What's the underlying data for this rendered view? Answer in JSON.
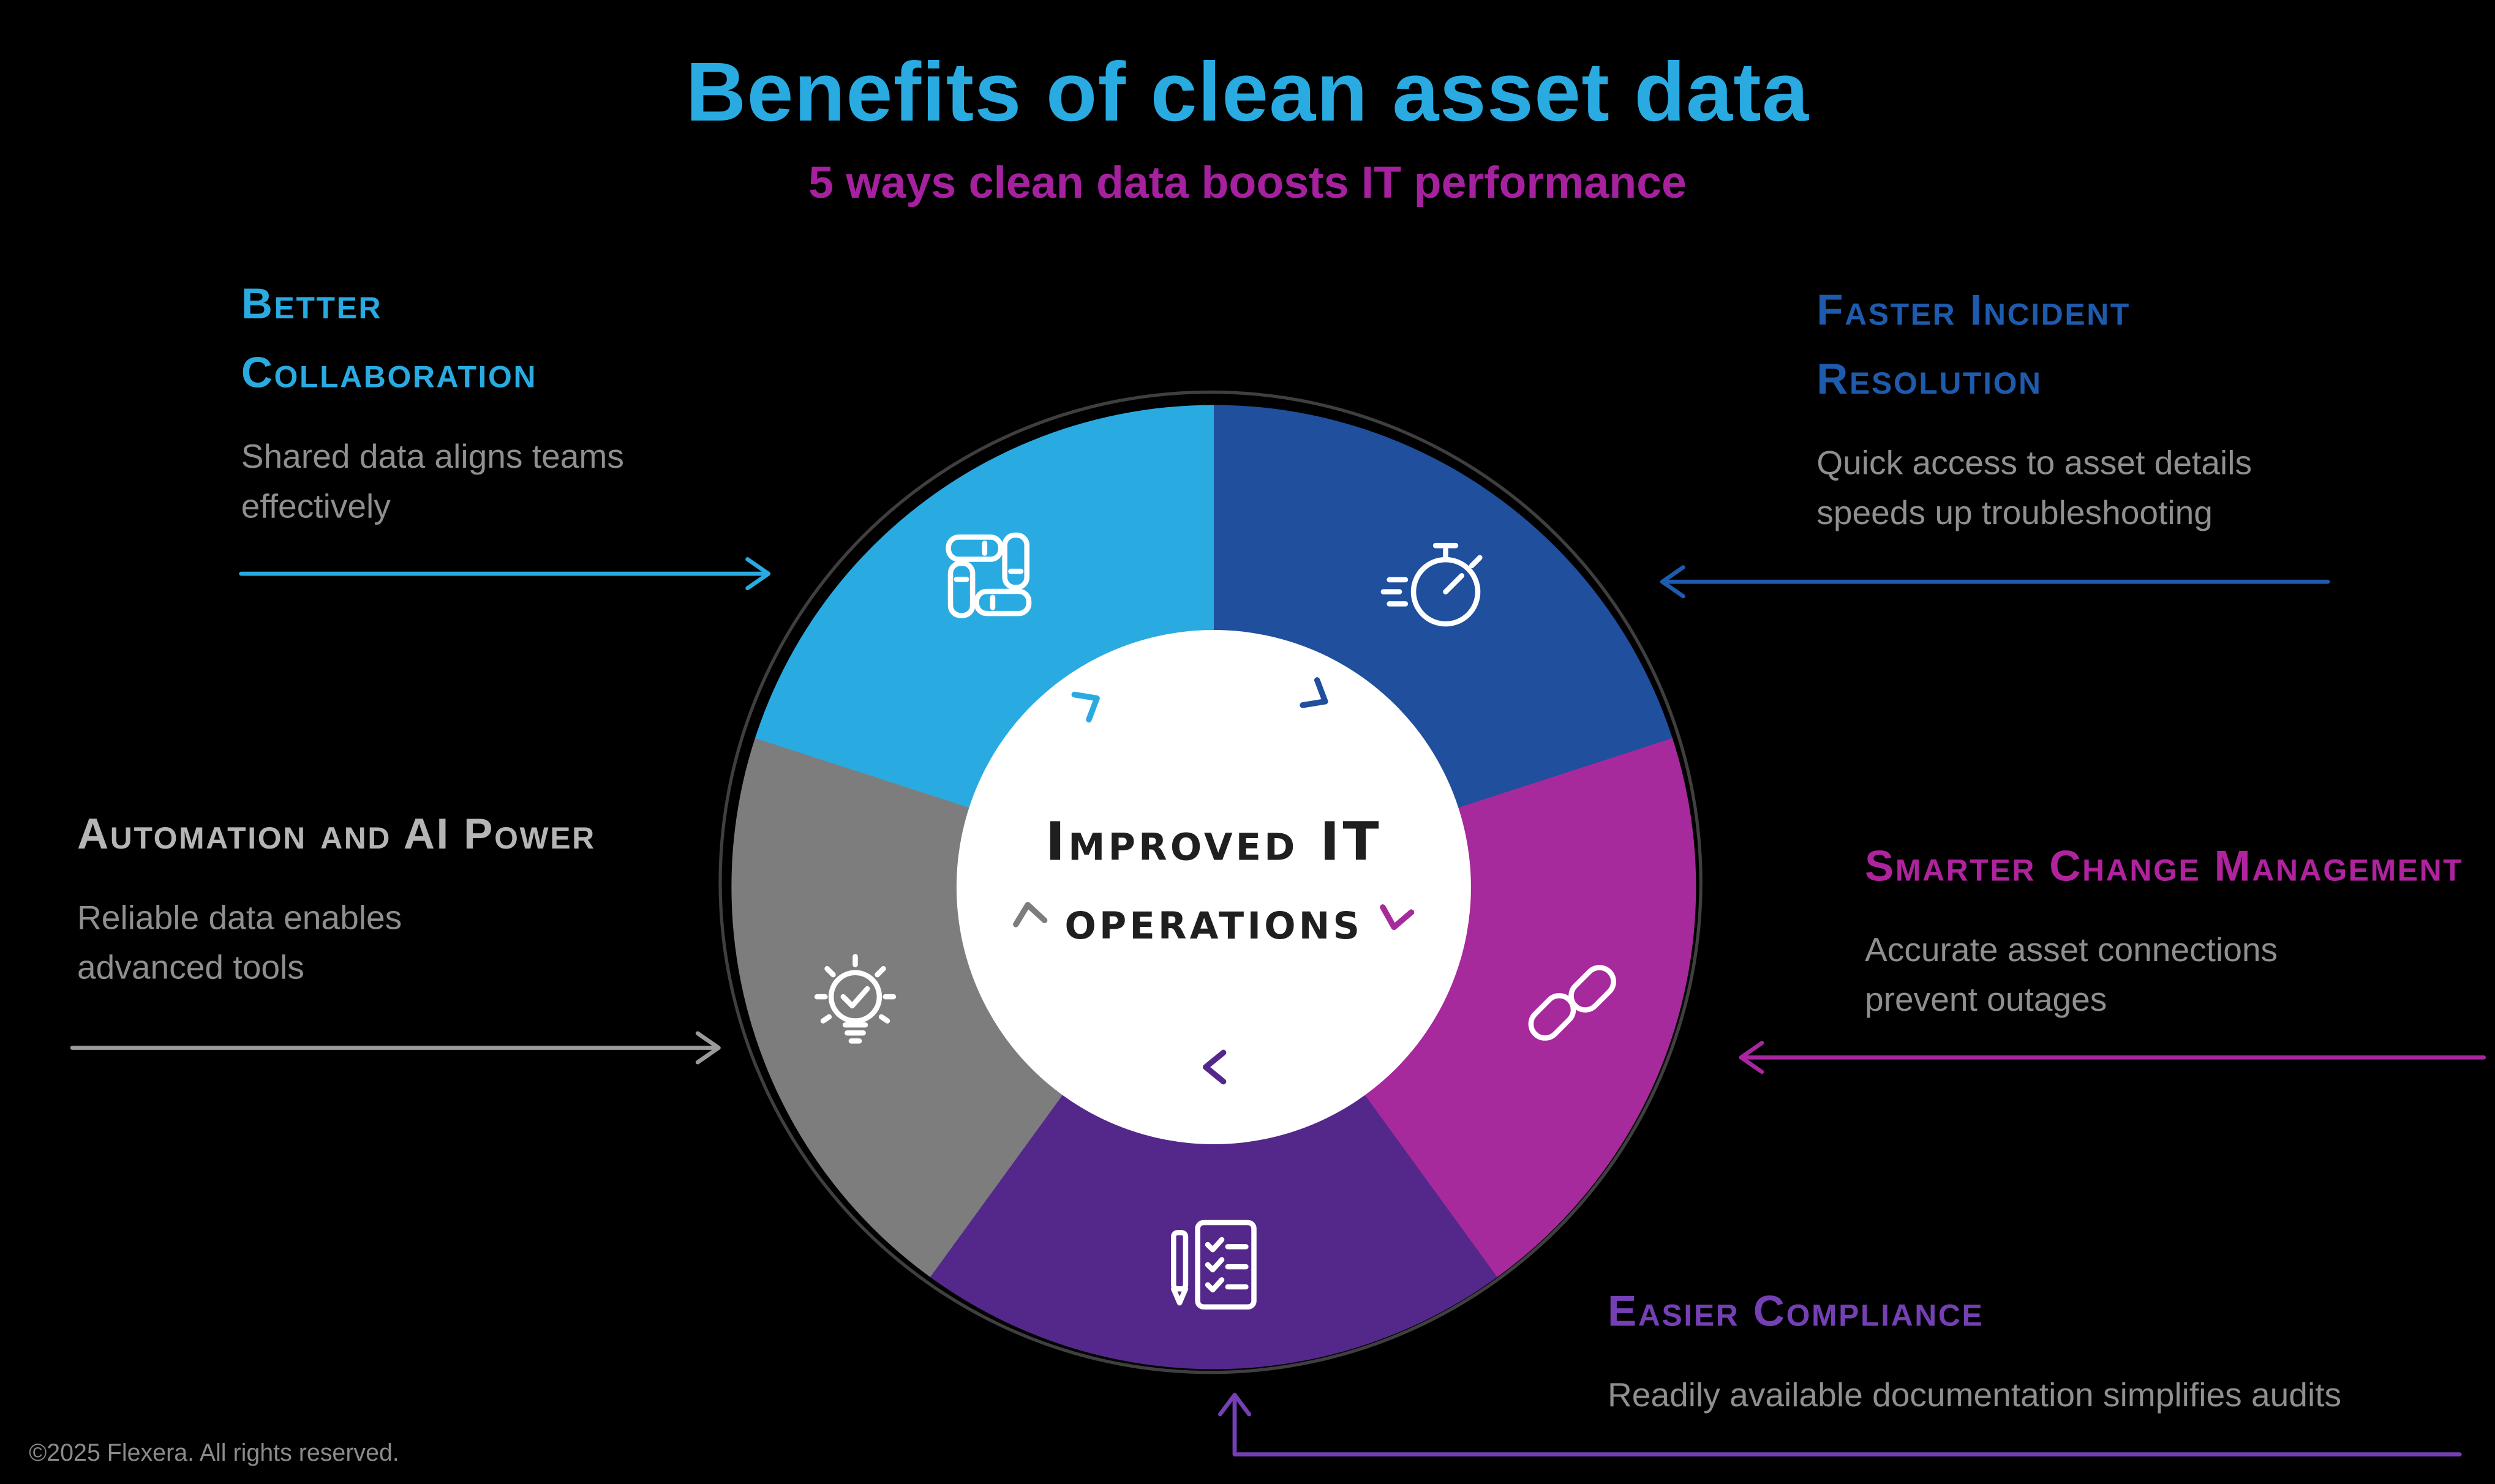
{
  "title": {
    "text": "Benefits of clean asset data",
    "color": "#29abe2"
  },
  "subtitle": {
    "text": "5 ways clean data boosts IT performance",
    "color": "#a5219e"
  },
  "center": {
    "line1": "Improved IT",
    "line2": "operations",
    "text_color": "#1f1f1f"
  },
  "wheel": {
    "hub_color": "#ffffff"
  },
  "body_text_color": "#8f8f8f",
  "footer": {
    "text": "©2025 Flexera. All rights reserved.",
    "color": "#8b8b8b"
  },
  "benefits": [
    {
      "id": "better-collaboration",
      "heading": "Better Collaboration",
      "body": "Shared data aligns teams effectively",
      "heading_color": "#29abe2",
      "arrow_color": "#29abe2",
      "segment_color": "#29abe2",
      "icon": "joined-hands-icon"
    },
    {
      "id": "faster-incident-resolution",
      "heading": "Faster Incident Resolution",
      "body": "Quick access to asset details speeds up troubleshooting",
      "heading_color": "#1f5bad",
      "arrow_color": "#1f5bad",
      "segment_color": "#1f4f9d",
      "icon": "stopwatch-icon"
    },
    {
      "id": "smarter-change-management",
      "heading": "Smarter Change Management",
      "body": "Accurate asset connections prevent outages",
      "heading_color": "#b0239e",
      "arrow_color": "#a826a0",
      "segment_color": "#a62a9b",
      "icon": "chain-link-icon"
    },
    {
      "id": "easier-compliance",
      "heading": "Easier Compliance",
      "body": "Readily available documentation simplifies audits",
      "heading_color": "#7440b4",
      "arrow_color": "#7440b4",
      "segment_color": "#54278b",
      "icon": "checklist-pen-icon"
    },
    {
      "id": "automation-ai-power",
      "heading": "Automation and AI Power",
      "body": "Reliable data enables advanced tools",
      "heading_color": "#b5b5b5",
      "arrow_color": "#9a9a9a",
      "segment_color": "#7d7d7d",
      "icon": "lightbulb-check-icon"
    }
  ]
}
